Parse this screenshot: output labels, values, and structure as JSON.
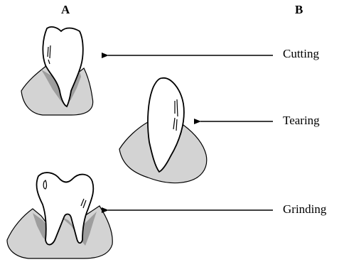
{
  "columns": {
    "a": "A",
    "b": "B"
  },
  "rows": [
    {
      "label": "Cutting",
      "tooth": "incisor"
    },
    {
      "label": "Tearing",
      "tooth": "canine"
    },
    {
      "label": "Grinding",
      "tooth": "molar"
    }
  ],
  "colors": {
    "gum": "#d3d3d3",
    "gum_shadow": "#9e9e9e",
    "tooth": "#ffffff",
    "ink": "#000000"
  }
}
